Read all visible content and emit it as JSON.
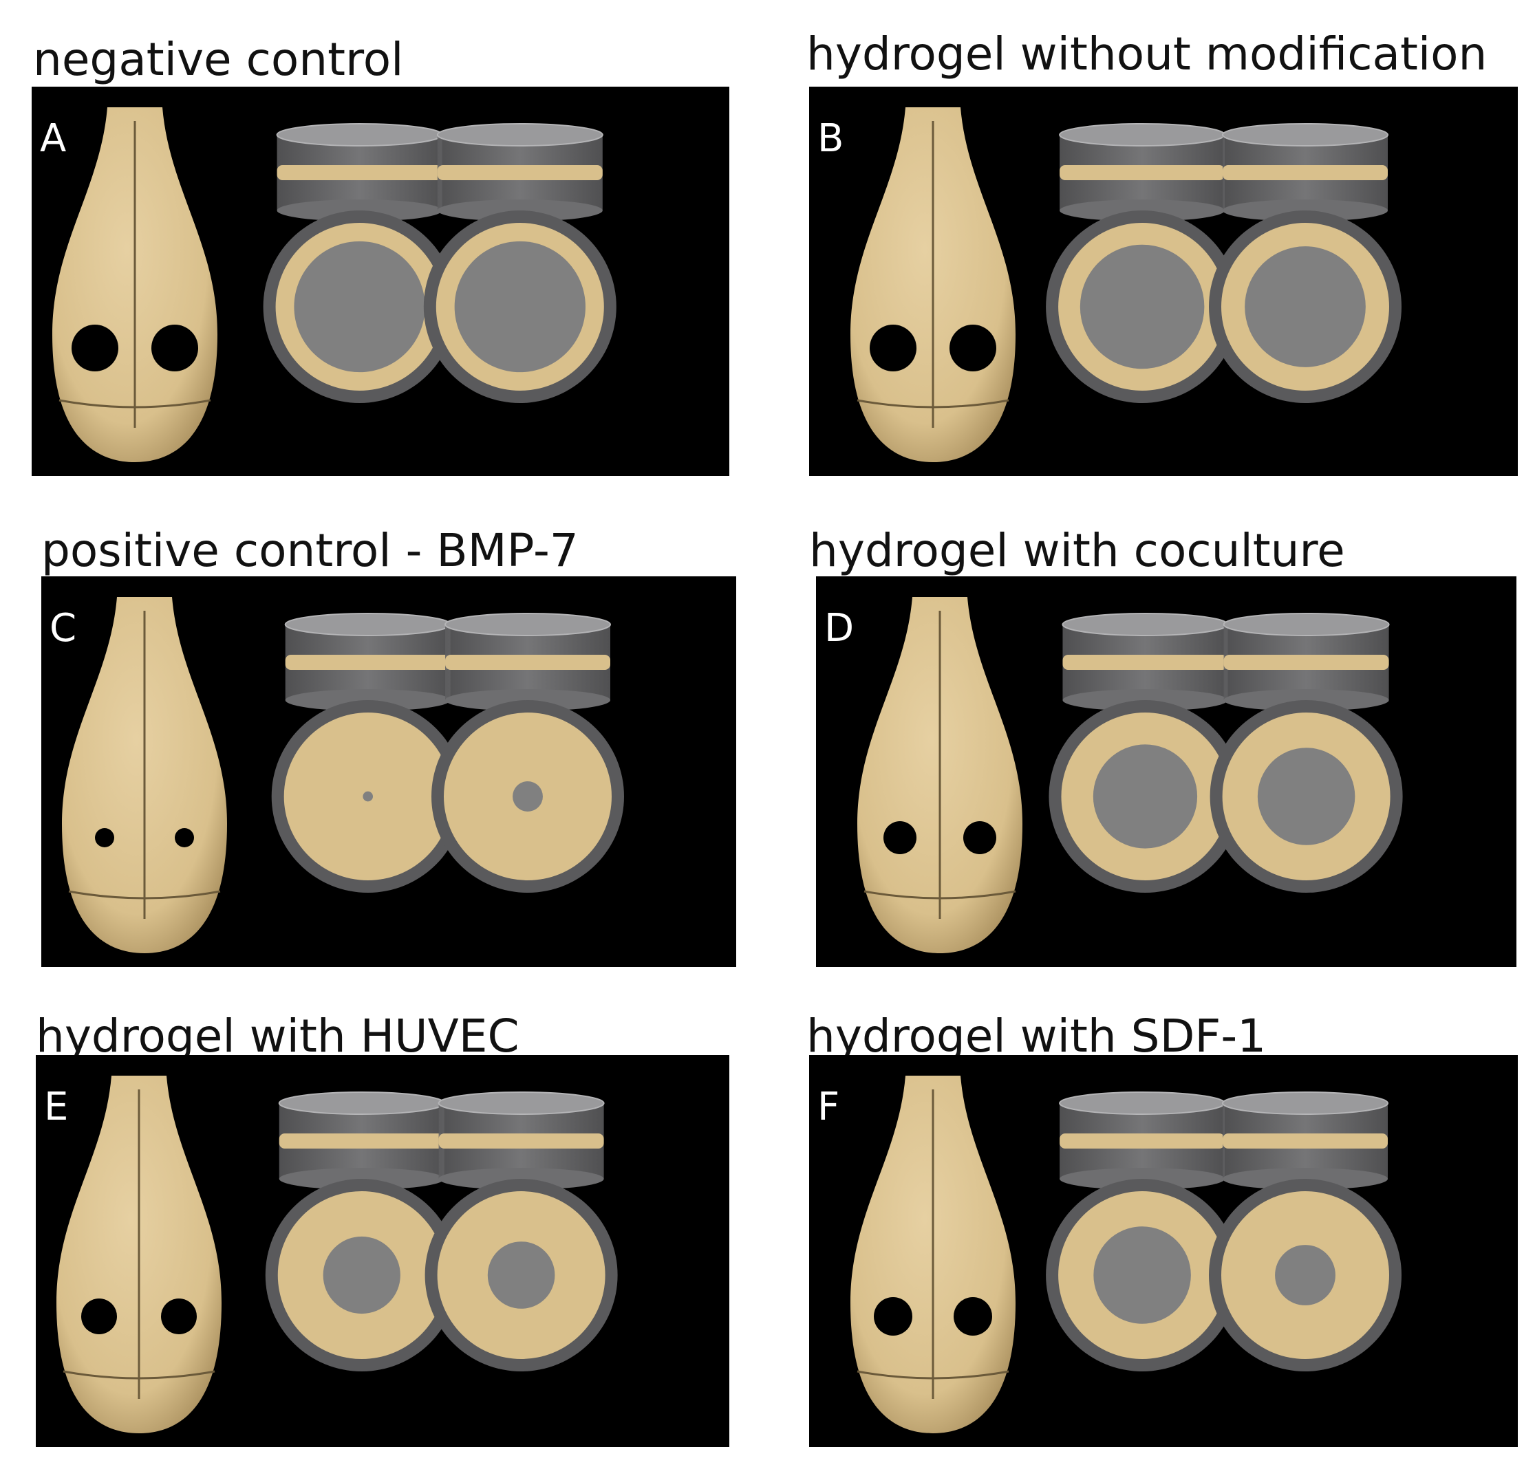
{
  "colors": {
    "background": "#ffffff",
    "panel_background": "#000000",
    "bone": "#d9c08c",
    "bone_shadow": "#a58b5a",
    "cylinder_gray": "#7b7b7d",
    "defect_gray": "#808080"
  },
  "panels": [
    {
      "title": "negative control",
      "letter": "A"
    },
    {
      "title": "hydrogel without modification",
      "letter": "B"
    },
    {
      "title": "positive control - BMP-7",
      "letter": "C"
    },
    {
      "title": "hydrogel with coculture",
      "letter": "D"
    },
    {
      "title": "hydrogel with HUVEC",
      "letter": "E"
    },
    {
      "title": "hydrogel with SDF-1",
      "letter": "F"
    }
  ]
}
